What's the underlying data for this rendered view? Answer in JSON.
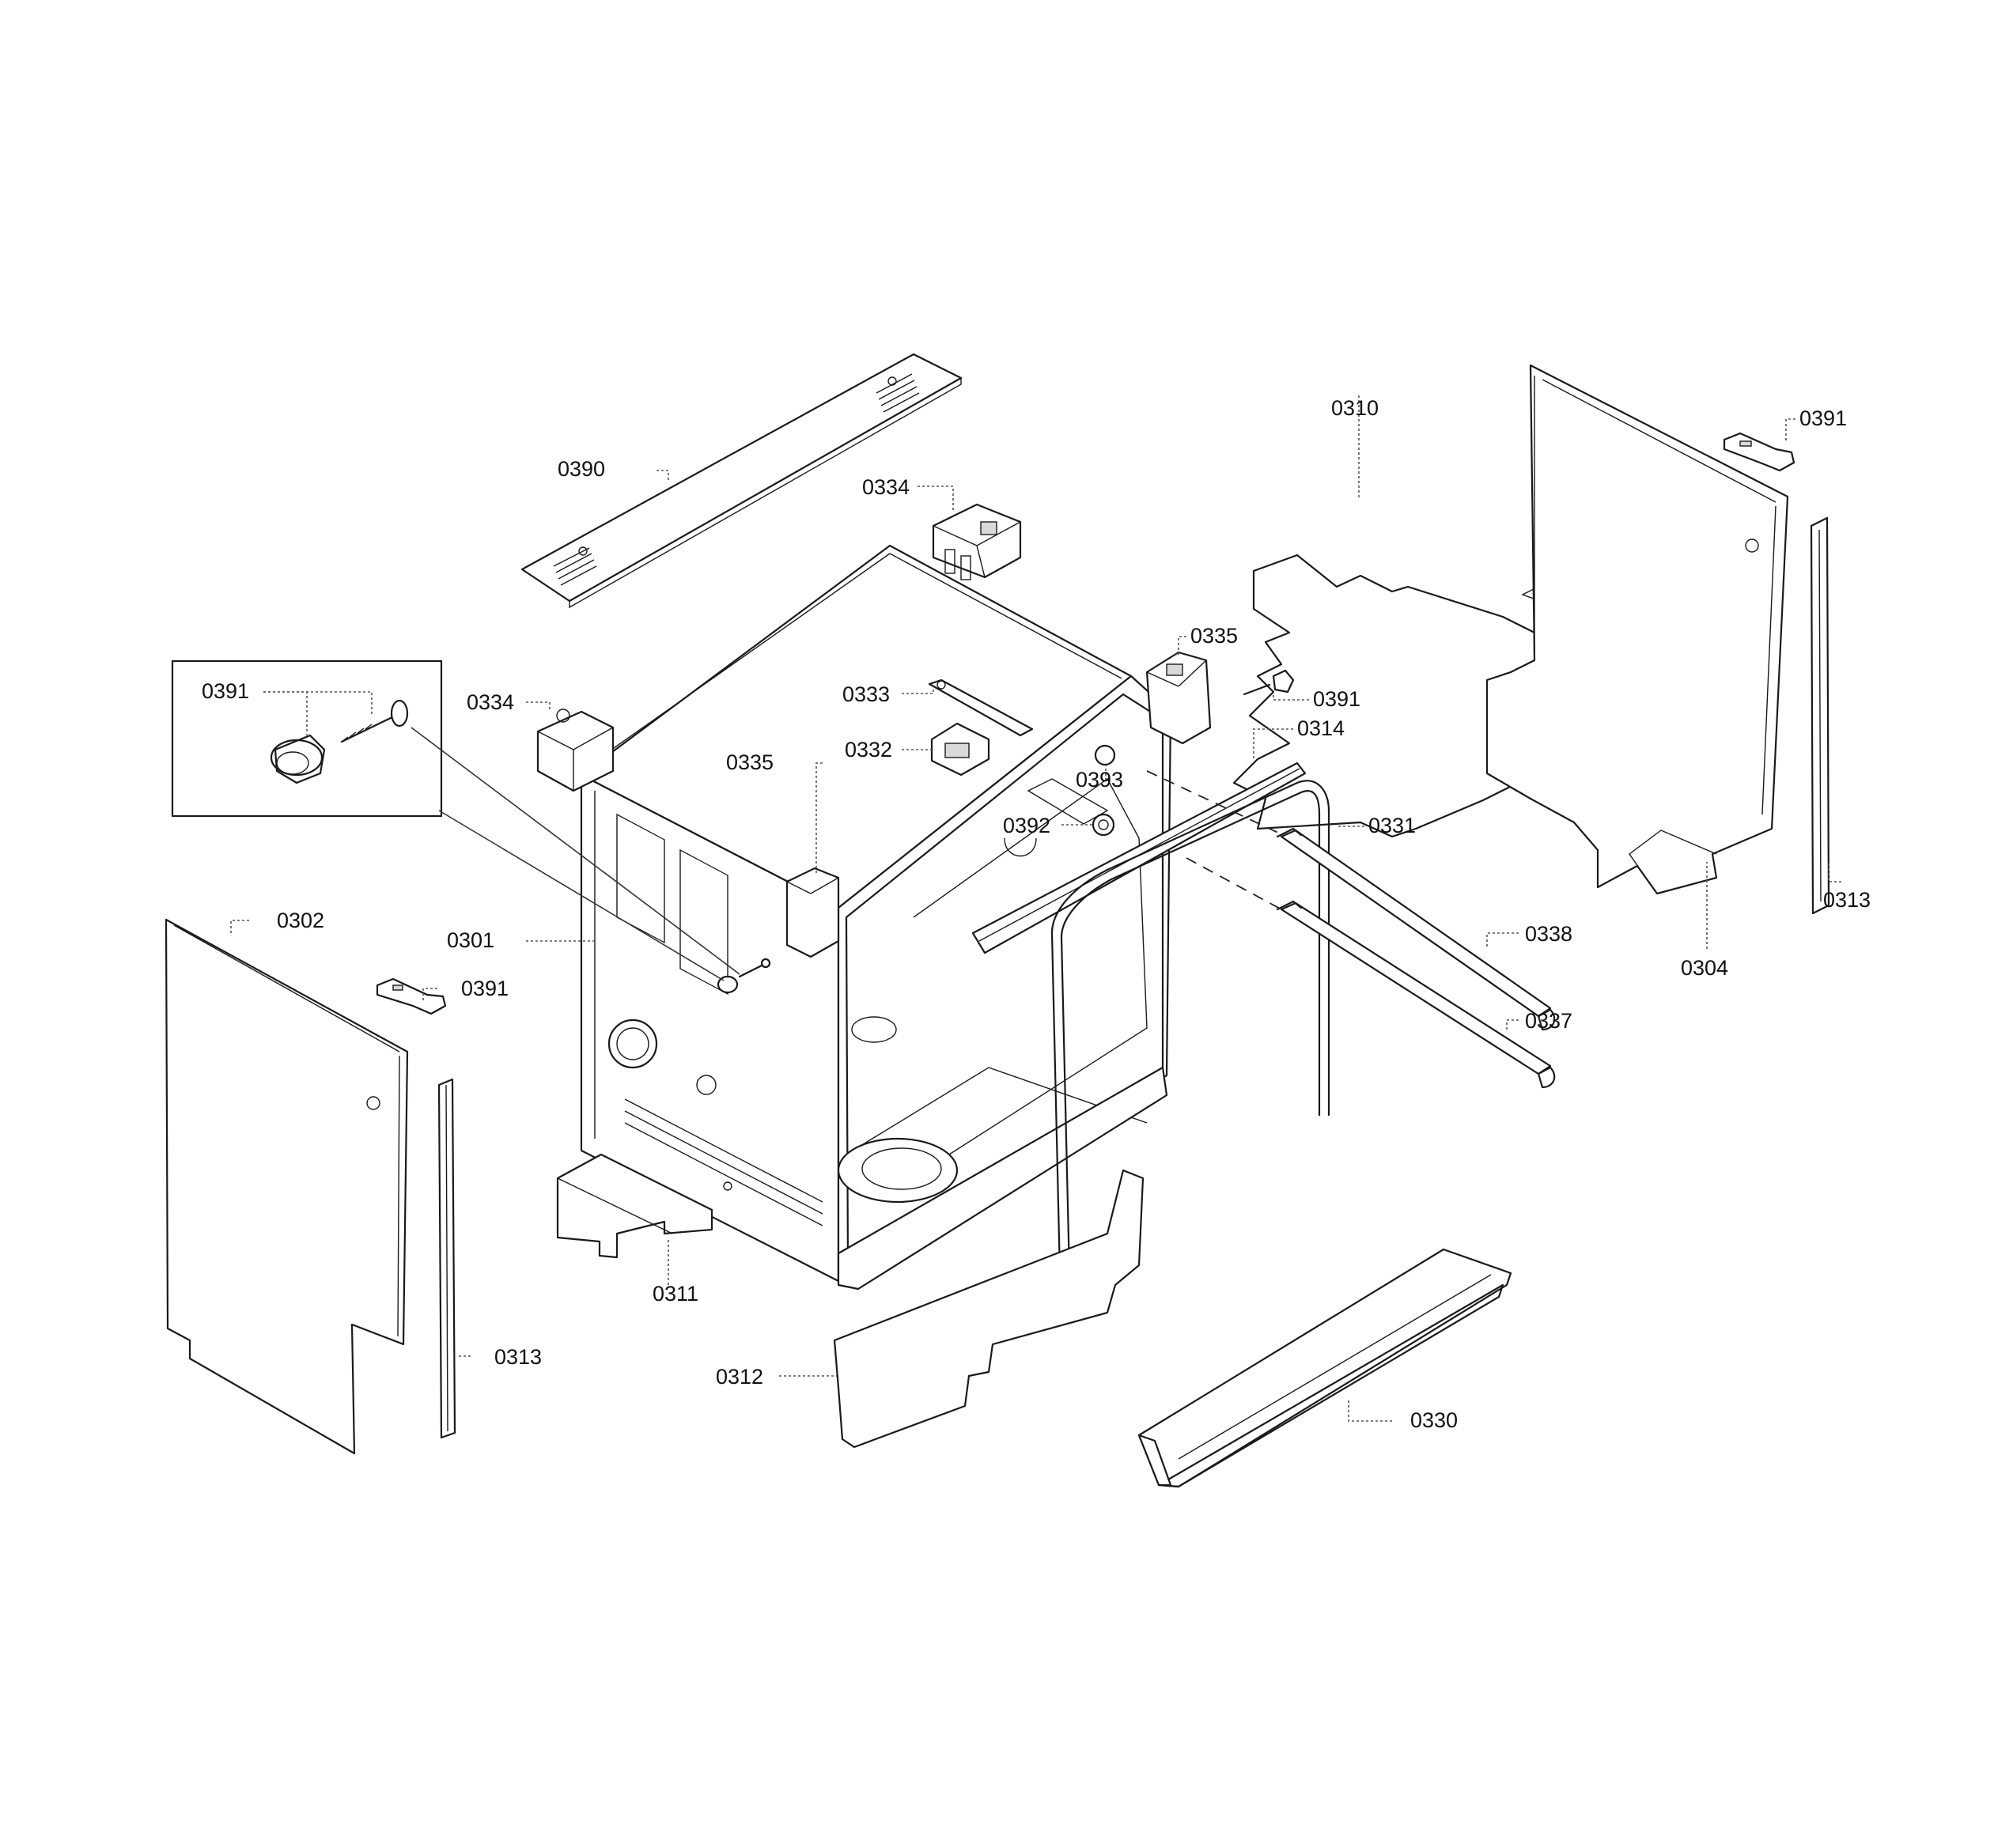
{
  "diagram": {
    "labels": [
      {
        "id": "0390-top",
        "text": "0390"
      },
      {
        "id": "0334-top",
        "text": "0334"
      },
      {
        "id": "0310",
        "text": "0310"
      },
      {
        "id": "0391-tr",
        "text": "0391"
      },
      {
        "id": "0391-inset",
        "text": "0391"
      },
      {
        "id": "0334-left",
        "text": "0334"
      },
      {
        "id": "0333",
        "text": "0333"
      },
      {
        "id": "0332",
        "text": "0332"
      },
      {
        "id": "0335-mid",
        "text": "0335"
      },
      {
        "id": "0335-right",
        "text": "0335"
      },
      {
        "id": "0391-mid",
        "text": "0391"
      },
      {
        "id": "0314",
        "text": "0314"
      },
      {
        "id": "0393",
        "text": "0393"
      },
      {
        "id": "0392",
        "text": "0392"
      },
      {
        "id": "0331",
        "text": "0331"
      },
      {
        "id": "0313-right",
        "text": "0313"
      },
      {
        "id": "0304",
        "text": "0304"
      },
      {
        "id": "0338",
        "text": "0338"
      },
      {
        "id": "0337",
        "text": "0337"
      },
      {
        "id": "0302",
        "text": "0302"
      },
      {
        "id": "0301",
        "text": "0301"
      },
      {
        "id": "0391-left",
        "text": "0391"
      },
      {
        "id": "0313-left",
        "text": "0313"
      },
      {
        "id": "0311",
        "text": "0311"
      },
      {
        "id": "0312",
        "text": "0312"
      },
      {
        "id": "0330",
        "text": "0330"
      }
    ]
  }
}
